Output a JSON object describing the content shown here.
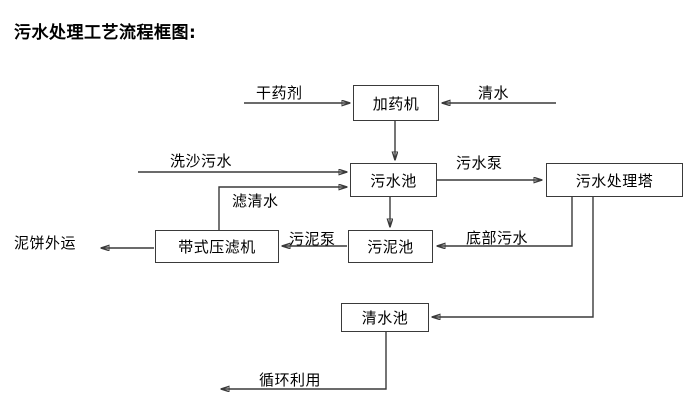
{
  "title": "污水处理工艺流程框图:",
  "diagram": {
    "nodes": [
      {
        "id": "dosing-machine",
        "label": "加药机"
      },
      {
        "id": "wastewater-pool",
        "label": "污水池"
      },
      {
        "id": "treatment-tower",
        "label": "污水处理塔"
      },
      {
        "id": "belt-filter-press",
        "label": "带式压滤机"
      },
      {
        "id": "sludge-pool",
        "label": "污泥池"
      },
      {
        "id": "clean-water-pool",
        "label": "清水池"
      }
    ],
    "terminals": [
      {
        "id": "dry-chemical",
        "label": "干药剂"
      },
      {
        "id": "clean-water-input",
        "label": "清水"
      },
      {
        "id": "sand-wash-water",
        "label": "洗沙污水"
      },
      {
        "id": "mud-cake-output",
        "label": "泥饼外运"
      }
    ],
    "edge_labels": [
      {
        "id": "filtrate-water",
        "label": "滤清水"
      },
      {
        "id": "wastewater-pump",
        "label": "污水泵"
      },
      {
        "id": "sludge-pump",
        "label": "污泥泵"
      },
      {
        "id": "bottom-wastewater",
        "label": "底部污水"
      },
      {
        "id": "recycle-reuse",
        "label": "循环利用"
      }
    ],
    "colors": {
      "stroke": "#3a3a3a",
      "text": "#000000",
      "background": "#ffffff"
    }
  }
}
